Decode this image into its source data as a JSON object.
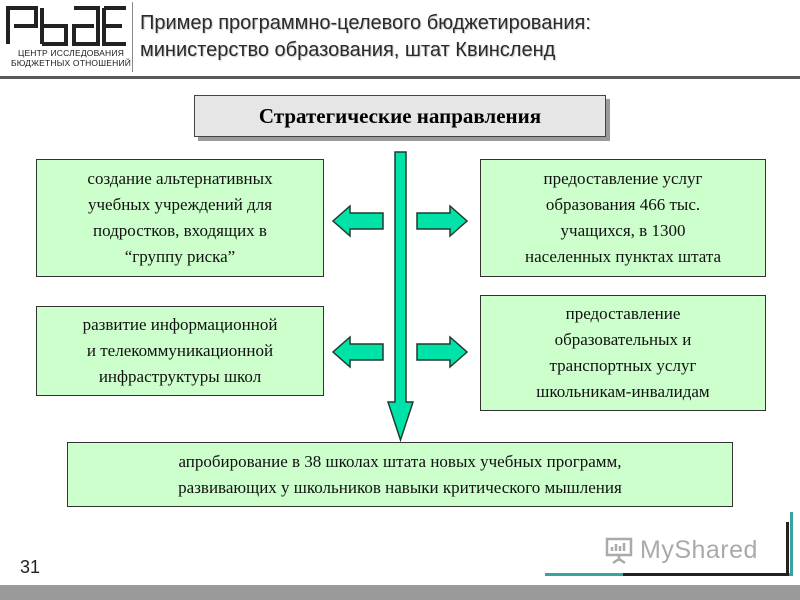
{
  "header": {
    "logo_line1": "ЦЕНТР ИССЛЕДОВАНИЯ",
    "logo_line2": "БЮДЖЕТНЫХ ОТНОШЕНИЙ",
    "title_line1": "Пример программно-целевого бюджетирования:",
    "title_line2": "министерство образования, штат Квинсленд"
  },
  "diagram": {
    "heading": "Стратегические направления",
    "top_left": [
      "создание альтернативных",
      "учебных учреждений для",
      "подростков, входящих в",
      "“группу риска”"
    ],
    "top_right": [
      "предоставление услуг",
      "образования 466 тыс.",
      "учащихся, в 1300",
      "населенных пунктах штата"
    ],
    "mid_left": [
      "развитие информационной",
      "и телекоммуникационной",
      "инфраструктуры школ"
    ],
    "mid_right": [
      "предоставление",
      "образовательных и",
      "транспортных услуг",
      "школьникам-инвалидам"
    ],
    "bottom": [
      "апробирование в 38 школах штата новых учебных программ,",
      "развивающих у школьников навыки критического мышления"
    ]
  },
  "footer": {
    "page_number": "31",
    "watermark": "MyShared"
  },
  "colors": {
    "box_fill": "#ccffcc",
    "arrow_fill": "#00e3a8",
    "heading_fill": "#e6e6e6",
    "accent_teal": "#3aa3a0"
  }
}
